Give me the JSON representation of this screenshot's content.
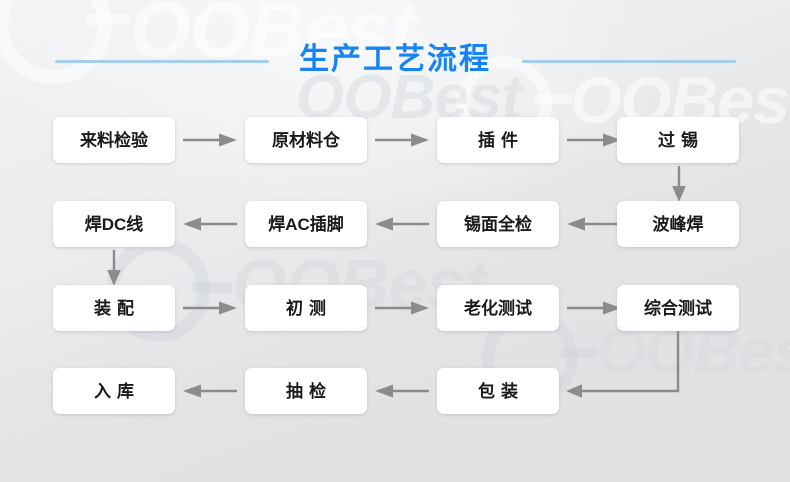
{
  "page": {
    "title": "生产工艺流程",
    "accent_color": "#1684f3",
    "rule_color": "#a6cdec",
    "background_color": "#e3e3e5",
    "box_color": "#ffffff",
    "arrow_color": "#8c8a8a",
    "watermark_text": "OOBest"
  },
  "flow": {
    "rows": [
      {
        "direction": "right",
        "nodes": [
          {
            "label": "来料检验",
            "spaced": false
          },
          {
            "label": "原材料仓",
            "spaced": false
          },
          {
            "label": "插件",
            "spaced": true
          },
          {
            "label": "过锡",
            "spaced": true
          }
        ]
      },
      {
        "direction": "left",
        "nodes": [
          {
            "label": "焊DC线",
            "spaced": false
          },
          {
            "label": "焊AC插脚",
            "spaced": false
          },
          {
            "label": "锡面全检",
            "spaced": false
          },
          {
            "label": "波峰焊",
            "spaced": false
          }
        ]
      },
      {
        "direction": "right",
        "nodes": [
          {
            "label": "装配",
            "spaced": true
          },
          {
            "label": "初测",
            "spaced": true
          },
          {
            "label": "老化测试",
            "spaced": false
          },
          {
            "label": "综合测试",
            "spaced": false
          }
        ]
      },
      {
        "direction": "left",
        "nodes": [
          {
            "label": "入库",
            "spaced": true
          },
          {
            "label": "抽检",
            "spaced": true
          },
          {
            "label": "包装",
            "spaced": true
          }
        ]
      }
    ],
    "connectors": [
      {
        "name": "guoxi-to-bofenghan",
        "type": "vertical-down"
      },
      {
        "name": "handcline-to-zhuangpei",
        "type": "vertical-down"
      },
      {
        "name": "zonghiceshi-to-baozhuang",
        "type": "elbow-down-left"
      }
    ]
  }
}
